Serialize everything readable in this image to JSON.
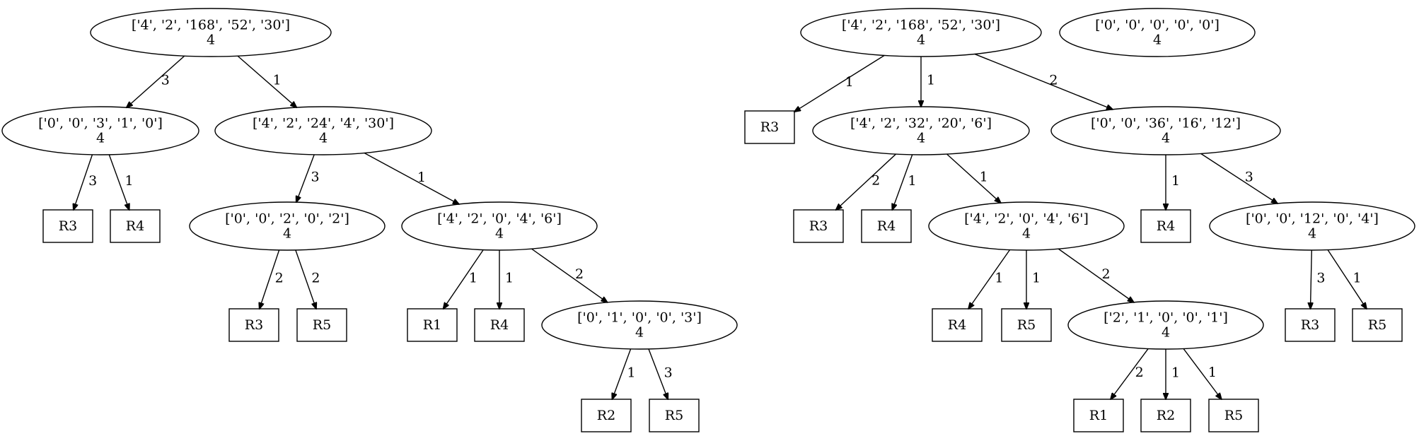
{
  "nodes": {
    "A0": {
      "shape": "ellipse",
      "lines": [
        "['4', '2', '168', '52', '30']",
        "4"
      ]
    },
    "A1": {
      "shape": "ellipse",
      "lines": [
        "['0', '0', '3', '1', '0']",
        "4"
      ]
    },
    "A2": {
      "shape": "ellipse",
      "lines": [
        "['4', '2', '24', '4', '30']",
        "4"
      ]
    },
    "A3": {
      "shape": "box",
      "lines": [
        "R3"
      ]
    },
    "A4": {
      "shape": "box",
      "lines": [
        "R4"
      ]
    },
    "A5": {
      "shape": "ellipse",
      "lines": [
        "['0', '0', '2', '0', '2']",
        "4"
      ]
    },
    "A6": {
      "shape": "ellipse",
      "lines": [
        "['4', '2', '0', '4', '6']",
        "4"
      ]
    },
    "A7": {
      "shape": "box",
      "lines": [
        "R3"
      ]
    },
    "A8": {
      "shape": "box",
      "lines": [
        "R5"
      ]
    },
    "A9": {
      "shape": "box",
      "lines": [
        "R1"
      ]
    },
    "A10": {
      "shape": "box",
      "lines": [
        "R4"
      ]
    },
    "A11": {
      "shape": "ellipse",
      "lines": [
        "['0', '1', '0', '0', '3']",
        "4"
      ]
    },
    "A12": {
      "shape": "box",
      "lines": [
        "R2"
      ]
    },
    "A13": {
      "shape": "box",
      "lines": [
        "R5"
      ]
    },
    "B0": {
      "shape": "ellipse",
      "lines": [
        "['4', '2', '168', '52', '30']",
        "4"
      ]
    },
    "C0": {
      "shape": "ellipse",
      "lines": [
        "['0', '0', '0', '0', '0']",
        "4"
      ]
    },
    "B1": {
      "shape": "box",
      "lines": [
        "R3"
      ]
    },
    "B2": {
      "shape": "ellipse",
      "lines": [
        "['4', '2', '32', '20', '6']",
        "4"
      ]
    },
    "B3": {
      "shape": "ellipse",
      "lines": [
        "['0', '0', '36', '16', '12']",
        "4"
      ]
    },
    "B4": {
      "shape": "box",
      "lines": [
        "R3"
      ]
    },
    "B5": {
      "shape": "box",
      "lines": [
        "R4"
      ]
    },
    "B6": {
      "shape": "ellipse",
      "lines": [
        "['4', '2', '0', '4', '6']",
        "4"
      ]
    },
    "B7": {
      "shape": "box",
      "lines": [
        "R4"
      ]
    },
    "B8": {
      "shape": "ellipse",
      "lines": [
        "['0', '0', '12', '0', '4']",
        "4"
      ]
    },
    "B9": {
      "shape": "box",
      "lines": [
        "R4"
      ]
    },
    "B10": {
      "shape": "box",
      "lines": [
        "R5"
      ]
    },
    "B11": {
      "shape": "ellipse",
      "lines": [
        "['2', '1', '0', '0', '1']",
        "4"
      ]
    },
    "B12": {
      "shape": "box",
      "lines": [
        "R3"
      ]
    },
    "B13": {
      "shape": "box",
      "lines": [
        "R5"
      ]
    },
    "B14": {
      "shape": "box",
      "lines": [
        "R1"
      ]
    },
    "B15": {
      "shape": "box",
      "lines": [
        "R2"
      ]
    },
    "B16": {
      "shape": "box",
      "lines": [
        "R5"
      ]
    }
  },
  "edges": [
    {
      "from": "A0",
      "to": "A1",
      "label": "3"
    },
    {
      "from": "A0",
      "to": "A2",
      "label": "1"
    },
    {
      "from": "A1",
      "to": "A3",
      "label": "3"
    },
    {
      "from": "A1",
      "to": "A4",
      "label": "1"
    },
    {
      "from": "A2",
      "to": "A5",
      "label": "3"
    },
    {
      "from": "A2",
      "to": "A6",
      "label": "1"
    },
    {
      "from": "A5",
      "to": "A7",
      "label": "2"
    },
    {
      "from": "A5",
      "to": "A8",
      "label": "2"
    },
    {
      "from": "A6",
      "to": "A9",
      "label": "1"
    },
    {
      "from": "A6",
      "to": "A10",
      "label": "1"
    },
    {
      "from": "A6",
      "to": "A11",
      "label": "2"
    },
    {
      "from": "A11",
      "to": "A12",
      "label": "1"
    },
    {
      "from": "A11",
      "to": "A13",
      "label": "3"
    },
    {
      "from": "B0",
      "to": "B1",
      "label": "1"
    },
    {
      "from": "B0",
      "to": "B2",
      "label": "1"
    },
    {
      "from": "B0",
      "to": "B3",
      "label": "2"
    },
    {
      "from": "B2",
      "to": "B4",
      "label": "2"
    },
    {
      "from": "B2",
      "to": "B5",
      "label": "1"
    },
    {
      "from": "B2",
      "to": "B6",
      "label": "1"
    },
    {
      "from": "B3",
      "to": "B7",
      "label": "1"
    },
    {
      "from": "B3",
      "to": "B8",
      "label": "3"
    },
    {
      "from": "B6",
      "to": "B9",
      "label": "1"
    },
    {
      "from": "B6",
      "to": "B10",
      "label": "1"
    },
    {
      "from": "B6",
      "to": "B11",
      "label": "2"
    },
    {
      "from": "B8",
      "to": "B12",
      "label": "3"
    },
    {
      "from": "B8",
      "to": "B13",
      "label": "1"
    },
    {
      "from": "B11",
      "to": "B14",
      "label": "2"
    },
    {
      "from": "B11",
      "to": "B15",
      "label": "1"
    },
    {
      "from": "B11",
      "to": "B16",
      "label": "1"
    }
  ]
}
